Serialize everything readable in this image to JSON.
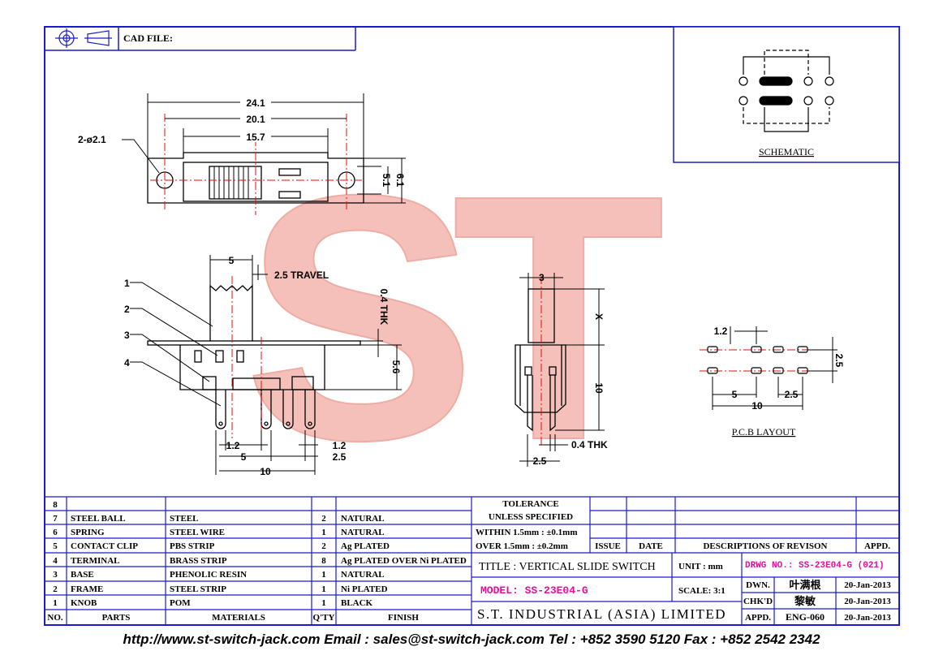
{
  "header": {
    "cad_label": "CAD FILE:"
  },
  "schematic": {
    "label": "SCHEMATIC"
  },
  "pcb": {
    "label": "P.C.B LAYOUT"
  },
  "watermark": {
    "text": "ST"
  },
  "dims": {
    "top_overall": "24.1",
    "top_holes": "20.1",
    "top_inner": "15.7",
    "hole_dia": "2-ø2.1",
    "h_inner": "5.1",
    "h_outer": "6.1",
    "knob_w": "5",
    "travel": "2.5 TRAVEL",
    "plate_thk": "0.4 THK",
    "body_h": "5.6",
    "pin_pitch": "1.2",
    "pin_gap_right": "1.2",
    "pin_span5": "5",
    "pin_span25": "2.5",
    "pin_span10": "10",
    "side_w": "3",
    "side_x": "X",
    "side_h": "10",
    "side_thk": "0.4 THK",
    "side_pin": "2.5",
    "pcb_12": "1.2",
    "pcb_25v": "2.5",
    "pcb_5": "5",
    "pcb_25h": "2.5",
    "pcb_10": "10"
  },
  "callouts": [
    "1",
    "2",
    "3",
    "4"
  ],
  "bom": {
    "rows": [
      {
        "no": "8",
        "part": "",
        "material": "",
        "qty": "",
        "finish": ""
      },
      {
        "no": "7",
        "part": "STEEL BALL",
        "material": "STEEL",
        "qty": "2",
        "finish": "NATURAL"
      },
      {
        "no": "6",
        "part": "SPRING",
        "material": "STEEL WIRE",
        "qty": "1",
        "finish": "NATURAL"
      },
      {
        "no": "5",
        "part": "CONTACT CLIP",
        "material": "PBS STRIP",
        "qty": "2",
        "finish": "Ag PLATED"
      },
      {
        "no": "4",
        "part": "TERMINAL",
        "material": "BRASS STRIP",
        "qty": "8",
        "finish": "Ag PLATED OVER Ni PLATED"
      },
      {
        "no": "3",
        "part": "BASE",
        "material": "PHENOLIC RESIN",
        "qty": "1",
        "finish": "NATURAL"
      },
      {
        "no": "2",
        "part": "FRAME",
        "material": "STEEL STRIP",
        "qty": "1",
        "finish": "Ni PLATED"
      },
      {
        "no": "1",
        "part": "KNOB",
        "material": "POM",
        "qty": "1",
        "finish": "BLACK"
      }
    ],
    "header": {
      "no": "NO.",
      "part": "PARTS",
      "material": "MATERIALS",
      "qty": "Q'TY",
      "finish": "FINISH"
    }
  },
  "title_block": {
    "tolerance1": "TOLERANCE",
    "tolerance2": "UNLESS SPECIFIED",
    "within": "WITHIN 1.5mm : ±0.1mm",
    "over": "OVER 1.5mm : ±0.2mm",
    "issue": "ISSUE",
    "date": "DATE",
    "descriptions": "DESCRIPTIONS OF REVISON",
    "appd_head": "APPD.",
    "title": "TITLE : VERTICAL SLIDE SWITCH",
    "unit": "UNIT : mm",
    "drawing_no": "DRWG NO.: SS-23E04-G (021)",
    "model": "MODEL: SS-23E04-G",
    "scale": "SCALE: 3:1",
    "company": "S.T. INDUSTRIAL (ASIA) LIMITED",
    "dwn": "DWN.",
    "dwn_name": "叶满根",
    "dwn_date": "20-Jan-2013",
    "chkd": "CHK'D",
    "chkd_name": "黎敏",
    "chkd_date": "20-Jan-2013",
    "appd": "APPD.",
    "appd_name": "ENG-060",
    "appd_date": "20-Jan-2013"
  },
  "footer": {
    "text": "http://www.st-switch-jack.com  Email : sales@st-switch-jack.com  Tel : +852 3590 5120  Fax : +852 2542 2342"
  },
  "colors": {
    "frame": "#1a1acc",
    "watermark": "#f3b1a8",
    "magenta": "#e0109a",
    "center": "#e01010"
  }
}
